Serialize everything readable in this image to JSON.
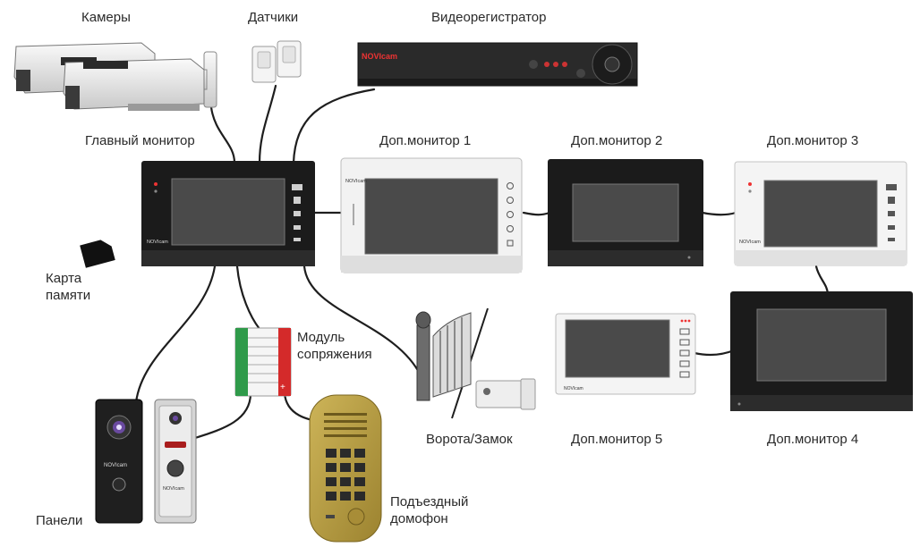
{
  "labels": {
    "cameras": "Камеры",
    "sensors": "Датчики",
    "dvr": "Видеорегистратор",
    "main_monitor": "Главный монитор",
    "add_monitor_1": "Доп.монитор 1",
    "add_monitor_2": "Доп.монитор 2",
    "add_monitor_3": "Доп.монитор 3",
    "add_monitor_4": "Доп.монитор 4",
    "add_monitor_5": "Доп.монитор 5",
    "memory_card_line1": "Карта",
    "memory_card_line2": "памяти",
    "interface_module_line1": "Модуль",
    "interface_module_line2": "сопряжения",
    "gate_lock": "Ворота/Замок",
    "panels": "Панели",
    "intercom_line1": "Подъездный",
    "intercom_line2": "домофон"
  },
  "brand": {
    "logo_text": "NOVIcam",
    "dvr_logo_text": "NOVIcam"
  },
  "colors": {
    "wire": "#1e1e1e",
    "monitor_black": "#1b1b1b",
    "monitor_white": "#f2f2f2",
    "screen": "#4a4a4a",
    "intercom_gold": "#b39a3c",
    "module_green": "#2f9a4a",
    "module_red": "#d42a2a"
  }
}
